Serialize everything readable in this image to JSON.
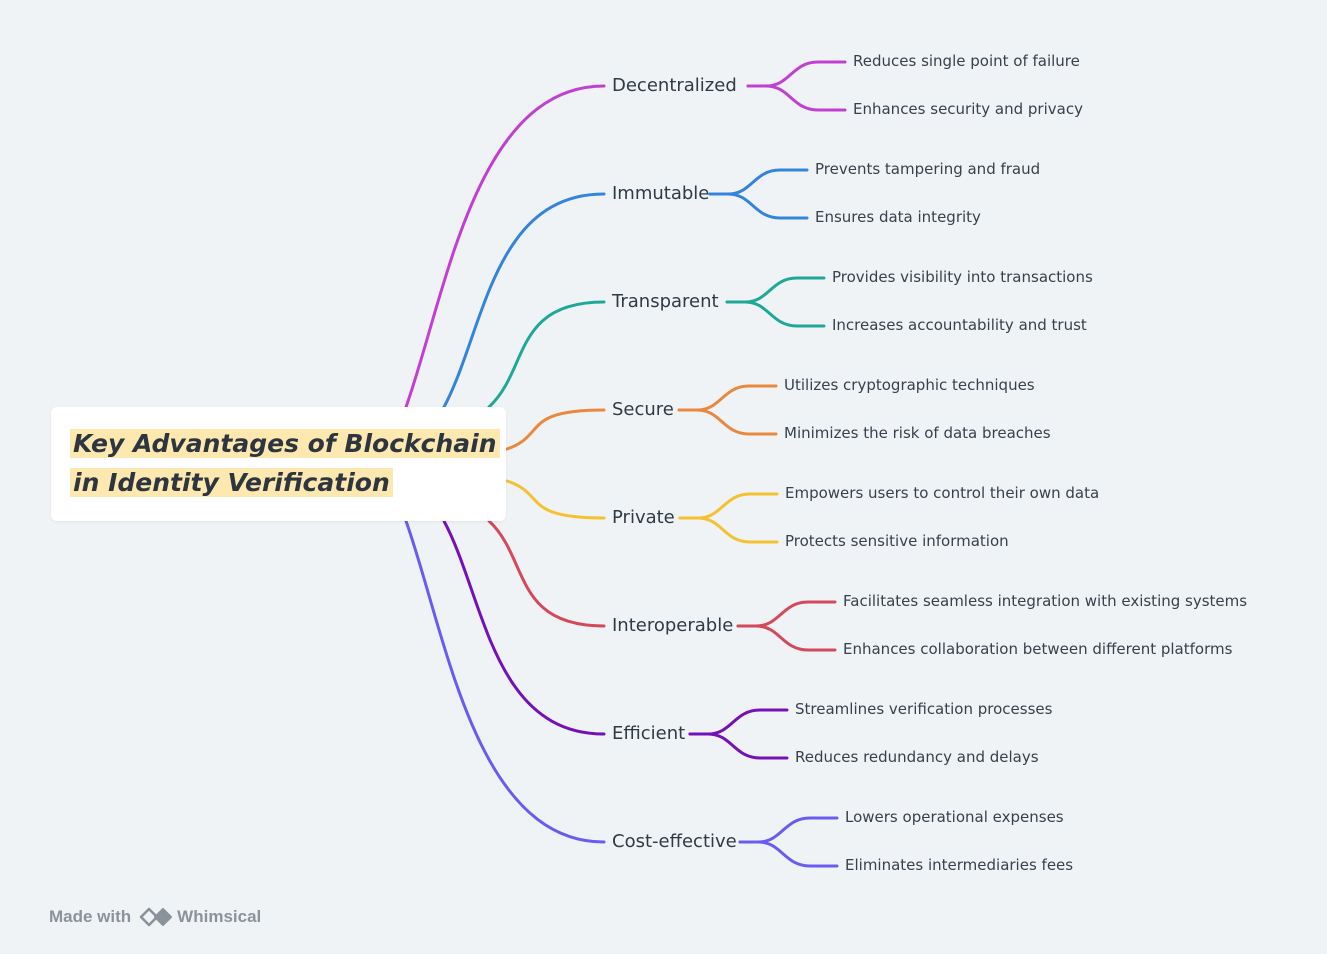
{
  "root": {
    "title": "Key Advantages of Blockchain in Identity Verification"
  },
  "branches": [
    {
      "label": "Decentralized",
      "color": "#c23fd4",
      "leaves": [
        "Reduces single point of failure",
        "Enhances security and privacy"
      ]
    },
    {
      "label": "Immutable",
      "color": "#3384dc",
      "leaves": [
        "Prevents tampering and fraud",
        "Ensures data integrity"
      ]
    },
    {
      "label": "Transparent",
      "color": "#1fa898",
      "leaves": [
        "Provides visibility into transactions",
        "Increases accountability and trust"
      ]
    },
    {
      "label": "Secure",
      "color": "#e8893f",
      "leaves": [
        "Utilizes cryptographic techniques",
        "Minimizes the risk of data breaches"
      ]
    },
    {
      "label": "Private",
      "color": "#f4c12f",
      "leaves": [
        "Empowers users to control their own data",
        "Protects sensitive information"
      ]
    },
    {
      "label": "Interoperable",
      "color": "#d44a5a",
      "leaves": [
        "Facilitates seamless integration with existing systems",
        "Enhances collaboration between different platforms"
      ]
    },
    {
      "label": "Efficient",
      "color": "#7511b8",
      "leaves": [
        "Streamlines verification processes",
        "Reduces redundancy and delays"
      ]
    },
    {
      "label": "Cost-effective",
      "color": "#6a5cf0",
      "leaves": [
        "Lowers operational expenses",
        "Eliminates intermediaries fees"
      ]
    }
  ],
  "footer": {
    "made_with": "Made with",
    "brand": "Whimsical",
    "logo_icon": "whimsical-logo-icon"
  }
}
